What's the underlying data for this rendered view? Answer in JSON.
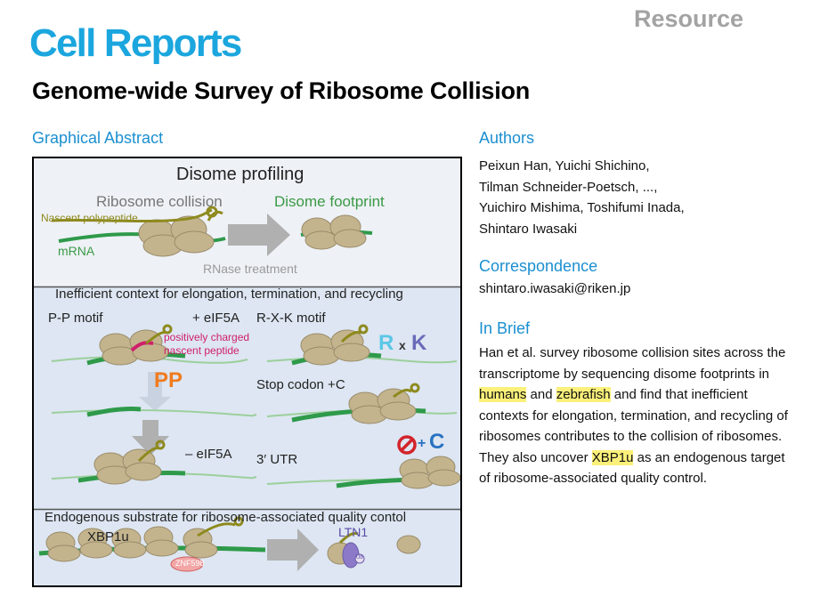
{
  "header": {
    "article_type": "Resource",
    "journal": "Cell Reports",
    "title": "Genome-wide Survey of Ribosome Collision"
  },
  "graphical_abstract": {
    "heading": "Graphical Abstract",
    "panel1": {
      "title": "Disome profiling",
      "ribosome_collision": "Ribosome collision",
      "disome_footprint": "Disome footprint",
      "nascent_polypeptide": "Nascent polypeptide",
      "mrna": "mRNA",
      "rnase": "RNase treatment"
    },
    "panel2": {
      "title": "Inefficient context for elongation, termination, and recycling",
      "pp_motif": "P-P motif",
      "plus_eif5a": "+ eIF5A",
      "rxk_motif": "R-X-K motif",
      "positively_charged": "positively charged",
      "nascent_peptide": "nascent peptide",
      "pp": "PP",
      "r": "R",
      "x": "x",
      "k": "K",
      "stop_codon": "Stop codon +C",
      "minus_eif5a": "– eIF5A",
      "utr": "3′ UTR",
      "plus": "+",
      "c": "C"
    },
    "panel3": {
      "title": "Endogenous substrate for ribosome-associated quality contol",
      "xbp1u": "XBP1u",
      "znf598": "ZNF598",
      "ltn1": "LTN1",
      "ub": "Ub"
    },
    "colors": {
      "panel_bg": "#dde6f2",
      "top_panel_bg": "#eef1f6",
      "ribosome": "#c4b48e",
      "mrna_green": "#2e9a4a",
      "olive": "#8e8a1e",
      "arrow_grey": "#b0b0b0",
      "pp_orange": "#f07b1e",
      "r_cyan": "#5bc7e6",
      "k_blue": "#6a6ab8",
      "c_blue": "#2872c2",
      "no_red": "#d3232a"
    }
  },
  "authors": {
    "heading": "Authors",
    "lines": [
      "Peixun Han, Yuichi Shichino,",
      "Tilman Schneider-Poetsch, ...,",
      "Yuichiro Mishima, Toshifumi Inada,",
      "Shintaro Iwasaki"
    ]
  },
  "correspondence": {
    "heading": "Correspondence",
    "email": "shintaro.iwasaki@riken.jp"
  },
  "in_brief": {
    "heading": "In Brief",
    "t1": "Han et al. survey ribosome collision sites across the transcriptome by sequencing disome footprints in ",
    "h1": "humans",
    "t2": " and ",
    "h2": "zebrafish",
    "t3": " and find that inefficient contexts for elongation, termination, and recycling of ribosomes contributes to the collision of ribosomes. They also uncover ",
    "h3": "XBP1u",
    "t4": " as an endogenous target of ribosome-associated quality control."
  }
}
